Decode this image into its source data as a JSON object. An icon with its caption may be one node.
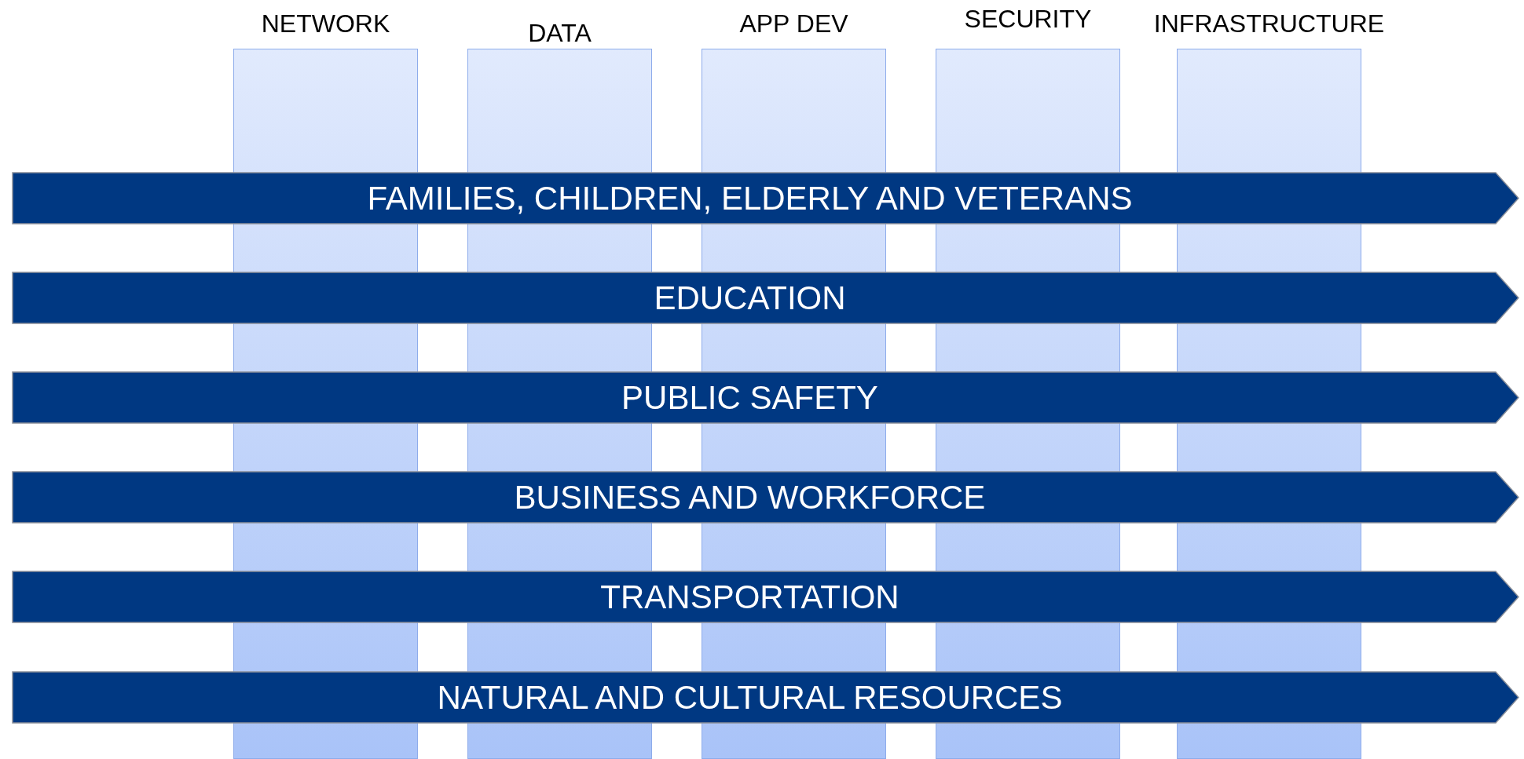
{
  "diagram": {
    "nodes": [
      {
        "text": [
          "NETWORK"
        ]
      },
      {
        "text": [
          "DATA"
        ]
      },
      {
        "text": [
          "APP DEV"
        ]
      },
      {
        "text": [
          "SECURITY"
        ]
      },
      {
        "text": [
          "INFRASTRUCTURE"
        ]
      },
      {
        "text": [
          "FAMILIES, CHILDREN, ELDERLY AND VETERANS"
        ]
      },
      {
        "text": [
          "EDUCATION"
        ]
      },
      {
        "text": [
          "PUBLIC SAFETY"
        ]
      },
      {
        "text": [
          "BUSINESS AND WORKFORCE"
        ]
      },
      {
        "text": [
          "TRANSPORTATION"
        ]
      },
      {
        "text": [
          "NATURAL AND CULTURAL RESOURCES"
        ]
      }
    ]
  }
}
